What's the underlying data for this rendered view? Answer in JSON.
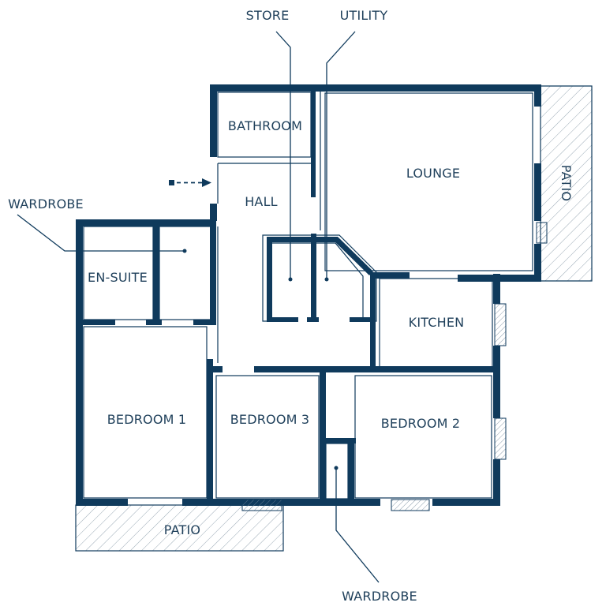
{
  "labels": {
    "bathroom": "BATHROOM",
    "lounge": "LOUNGE",
    "hall": "HALL",
    "kitchen": "KITCHEN",
    "en_suite": "EN-SUITE",
    "bedroom1": "BEDROOM 1",
    "bedroom2": "BEDROOM 2",
    "bedroom3": "BEDROOM 3",
    "patio_right": "PATIO",
    "patio_bottom": "PATIO",
    "store": "STORE",
    "utility": "UTILITY",
    "wardrobe_top": "WARDROBE",
    "wardrobe_bottom": "WARDROBE"
  },
  "colors": {
    "wall": "#0f3a5c",
    "text": "#1e3f5a",
    "background": "#ffffff"
  },
  "icons": {
    "entrance": "dashed-arrow-right-icon"
  }
}
